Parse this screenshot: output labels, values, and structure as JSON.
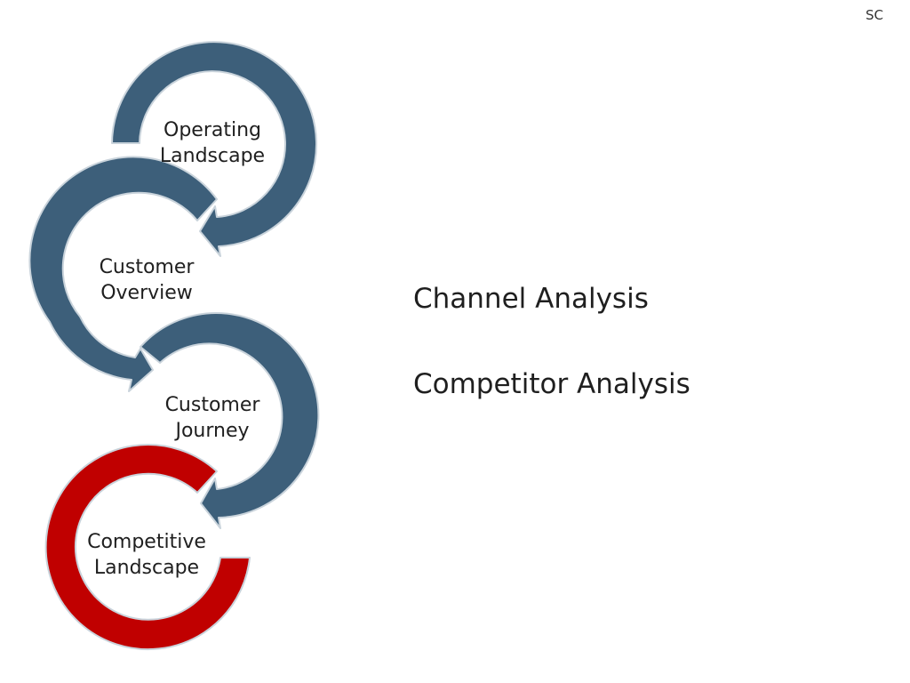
{
  "header": {
    "initials": "SC"
  },
  "colors": {
    "step": "#3d5f7a",
    "active_step": "#c00000",
    "outline": "#c9d3db"
  },
  "steps": [
    {
      "label": "Operating\nLandscape",
      "active": false
    },
    {
      "label": "Customer\nOverview",
      "active": false
    },
    {
      "label": "Customer\nJourney",
      "active": false
    },
    {
      "label": "Competitive\nLandscape",
      "active": true
    }
  ],
  "side_items": [
    {
      "label": "Channel Analysis"
    },
    {
      "label": "Competitor Analysis"
    }
  ]
}
